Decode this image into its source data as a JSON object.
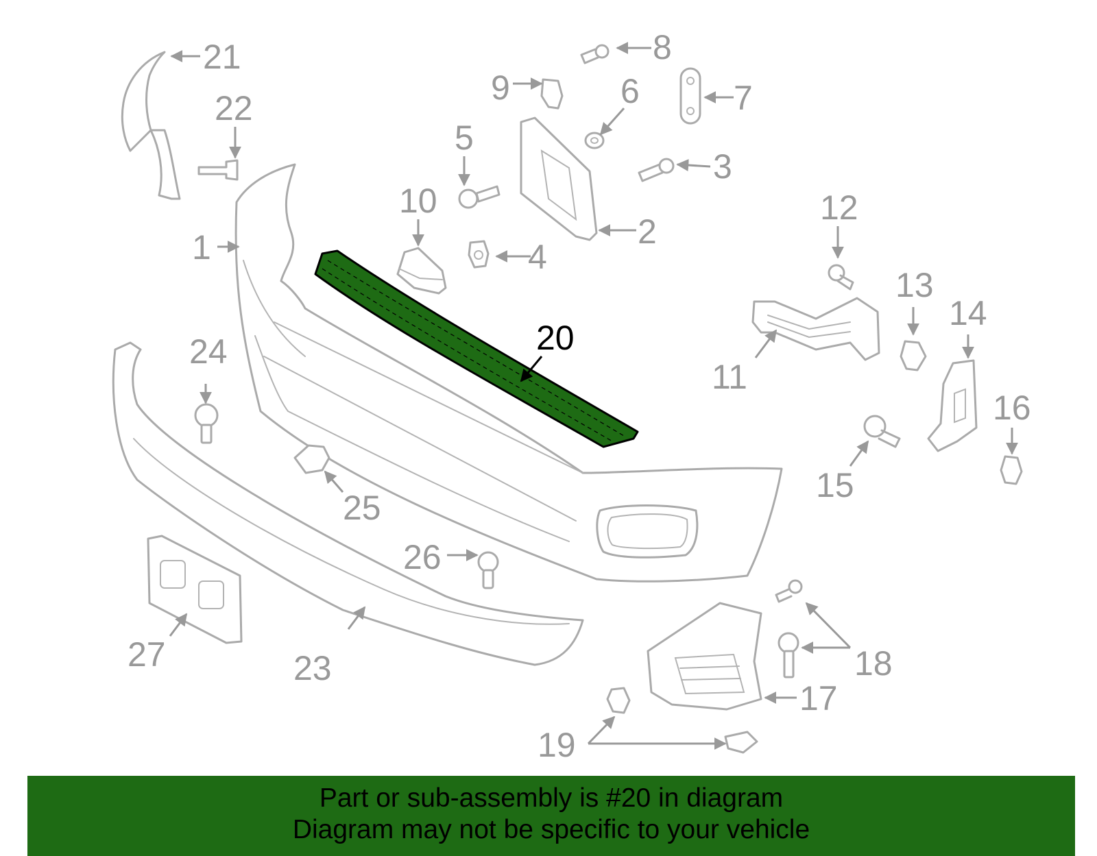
{
  "diagram": {
    "highlight_color": "#1e6b14",
    "part_color": "#aaaaaa",
    "callouts": {
      "c1": "1",
      "c2": "2",
      "c3": "3",
      "c4": "4",
      "c5": "5",
      "c6": "6",
      "c7": "7",
      "c8": "8",
      "c9": "9",
      "c10": "10",
      "c11": "11",
      "c12": "12",
      "c13": "13",
      "c14": "14",
      "c15": "15",
      "c16": "16",
      "c17": "17",
      "c18": "18",
      "c19": "19",
      "c20": "20",
      "c21": "21",
      "c22": "22",
      "c23": "23",
      "c24": "24",
      "c25": "25",
      "c26": "26",
      "c27": "27"
    }
  },
  "banner": {
    "line1": "Part or sub-assembly is #20 in diagram",
    "line2": "Diagram may not be specific to your vehicle",
    "background": "#1e6b14"
  }
}
